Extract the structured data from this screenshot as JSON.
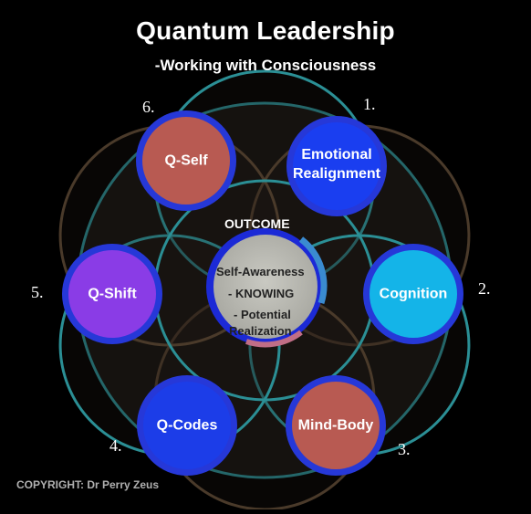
{
  "header": {
    "title": "Quantum Leadership",
    "subtitle": "-Working with Consciousness"
  },
  "center": {
    "outcome_label": "OUTCOME",
    "line1": "Self-Awareness",
    "line2": "-  KNOWING",
    "line3": "- Potential",
    "line4": "Realization"
  },
  "nodes": [
    {
      "number": "1.",
      "label_line1": "Emotional",
      "label_line2": "Realignment",
      "color": "#1a3ef0"
    },
    {
      "number": "2.",
      "label_line1": "Cognition",
      "label_line2": "",
      "color": "#14b4e8"
    },
    {
      "number": "3.",
      "label_line1": "Mind-Body",
      "label_line2": "",
      "color": "#b85a52"
    },
    {
      "number": "4.",
      "label_line1": "Q-Codes",
      "label_line2": "",
      "color": "#1c3de8"
    },
    {
      "number": "5.",
      "label_line1": "Q-Shift",
      "label_line2": "",
      "color": "#8a3ce6"
    },
    {
      "number": "6.",
      "label_line1": "Q-Self",
      "label_line2": "",
      "color": "#b85a52"
    }
  ],
  "colors": {
    "background": "#000000",
    "ring_teal": "#2b8f95",
    "ring_brown": "#4a3a2a",
    "center_fill": "#bfbfb7"
  },
  "copyright": "COPYRIGHT: Dr Perry Zeus"
}
